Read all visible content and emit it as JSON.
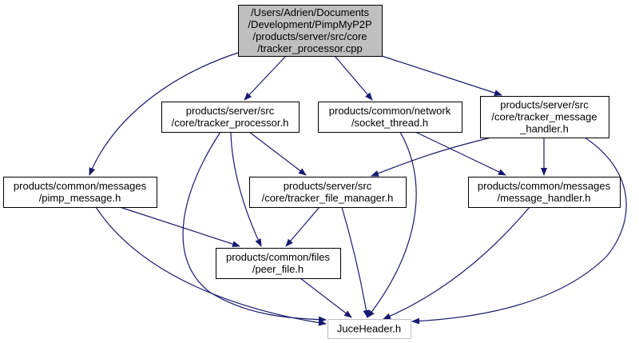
{
  "colors": {
    "edge": "#191970",
    "root_fill": "#bfbfbf",
    "node_border": "#000000",
    "external_border": "#bfbfbf"
  },
  "nodes": [
    {
      "id": "root",
      "kind": "root",
      "lines": [
        "/Users/Adrien/Documents",
        "/Development/PimpMyP2P",
        "/products/server/src/core",
        "/tracker_processor.cpp"
      ]
    },
    {
      "id": "tph",
      "kind": "normal",
      "lines": [
        "products/server/src",
        "/core/tracker_processor.h"
      ]
    },
    {
      "id": "sth",
      "kind": "normal",
      "lines": [
        "products/common/network",
        "/socket_thread.h"
      ]
    },
    {
      "id": "tmh",
      "kind": "normal",
      "lines": [
        "products/server/src",
        "/core/tracker_message",
        "_handler.h"
      ]
    },
    {
      "id": "pmh",
      "kind": "normal",
      "lines": [
        "products/common/messages",
        "/pimp_message.h"
      ]
    },
    {
      "id": "tfm",
      "kind": "normal",
      "lines": [
        "products/server/src",
        "/core/tracker_file_manager.h"
      ]
    },
    {
      "id": "mh",
      "kind": "normal",
      "lines": [
        "products/common/messages",
        "/message_handler.h"
      ]
    },
    {
      "id": "pf",
      "kind": "normal",
      "lines": [
        "products/common/files",
        "/peer_file.h"
      ]
    },
    {
      "id": "juce",
      "kind": "external",
      "lines": [
        "JuceHeader.h"
      ]
    }
  ],
  "edges": [
    {
      "from": "root",
      "to": "pmh"
    },
    {
      "from": "root",
      "to": "tph"
    },
    {
      "from": "root",
      "to": "sth"
    },
    {
      "from": "root",
      "to": "tmh"
    },
    {
      "from": "tph",
      "to": "tfm"
    },
    {
      "from": "tph",
      "to": "pf"
    },
    {
      "from": "tph",
      "to": "juce"
    },
    {
      "from": "sth",
      "to": "mh"
    },
    {
      "from": "sth",
      "to": "juce"
    },
    {
      "from": "tmh",
      "to": "tfm"
    },
    {
      "from": "tmh",
      "to": "mh"
    },
    {
      "from": "tmh",
      "to": "juce"
    },
    {
      "from": "pmh",
      "to": "pf"
    },
    {
      "from": "pmh",
      "to": "juce"
    },
    {
      "from": "tfm",
      "to": "pf"
    },
    {
      "from": "tfm",
      "to": "juce"
    },
    {
      "from": "mh",
      "to": "juce"
    },
    {
      "from": "pf",
      "to": "juce"
    }
  ]
}
